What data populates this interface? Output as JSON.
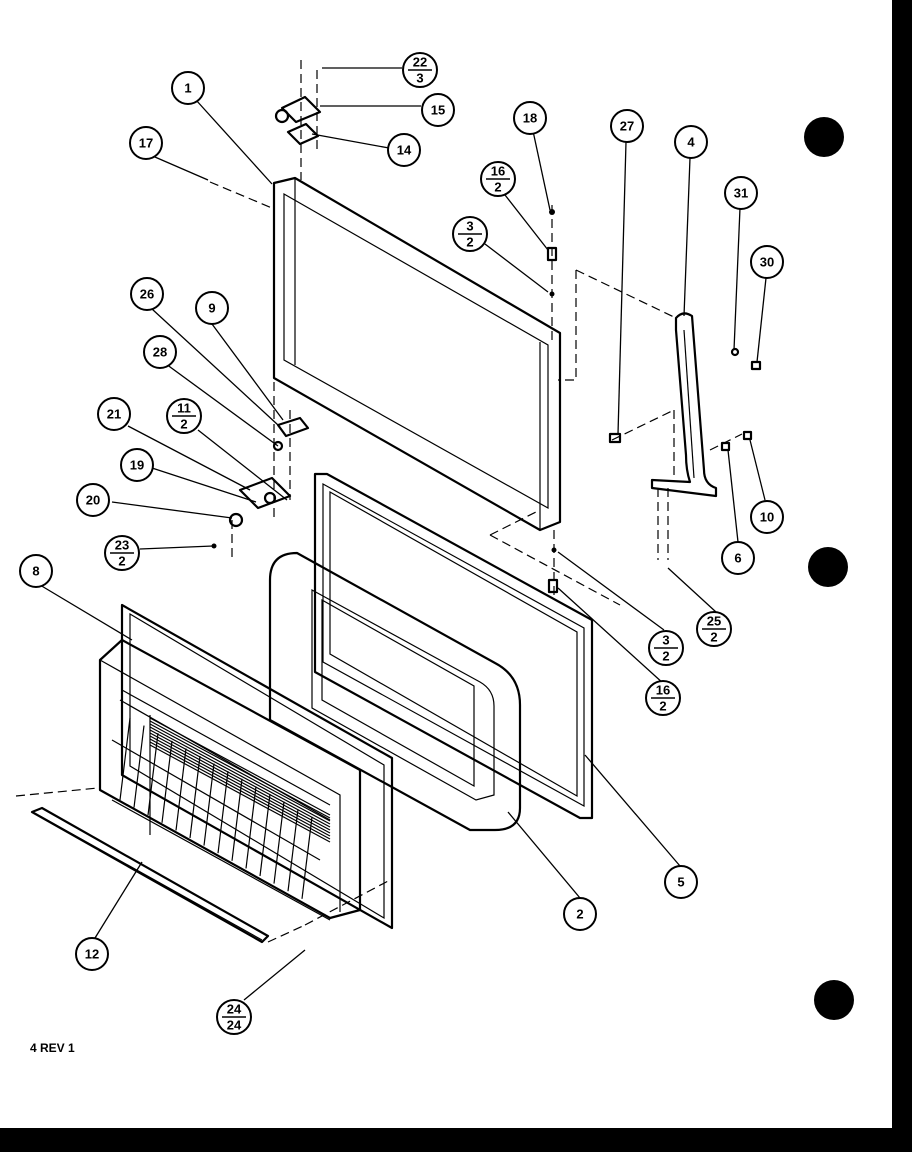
{
  "footer": {
    "revision": "4 REV 1"
  },
  "callouts": [
    {
      "id": "c1",
      "label": "1"
    },
    {
      "id": "c2",
      "label": "2"
    },
    {
      "id": "c4",
      "label": "4"
    },
    {
      "id": "c5",
      "label": "5"
    },
    {
      "id": "c6",
      "label": "6"
    },
    {
      "id": "c8",
      "label": "8"
    },
    {
      "id": "c9",
      "label": "9"
    },
    {
      "id": "c10",
      "label": "10"
    },
    {
      "id": "c12",
      "label": "12"
    },
    {
      "id": "c14",
      "label": "14"
    },
    {
      "id": "c15",
      "label": "15"
    },
    {
      "id": "c17",
      "label": "17"
    },
    {
      "id": "c18",
      "label": "18"
    },
    {
      "id": "c19",
      "label": "19"
    },
    {
      "id": "c20",
      "label": "20"
    },
    {
      "id": "c21",
      "label": "21"
    },
    {
      "id": "c26",
      "label": "26"
    },
    {
      "id": "c27",
      "label": "27"
    },
    {
      "id": "c28",
      "label": "28"
    },
    {
      "id": "c30",
      "label": "30"
    },
    {
      "id": "c31",
      "label": "31"
    },
    {
      "id": "c22_3",
      "top": "22",
      "bottom": "3"
    },
    {
      "id": "c16_2a",
      "top": "16",
      "bottom": "2"
    },
    {
      "id": "c3_2a",
      "top": "3",
      "bottom": "2"
    },
    {
      "id": "c11_2",
      "top": "11",
      "bottom": "2"
    },
    {
      "id": "c23_2",
      "top": "23",
      "bottom": "2"
    },
    {
      "id": "c3_2b",
      "top": "3",
      "bottom": "2"
    },
    {
      "id": "c16_2b",
      "top": "16",
      "bottom": "2"
    },
    {
      "id": "c25_2",
      "top": "25",
      "bottom": "2"
    },
    {
      "id": "c24_24",
      "top": "24",
      "bottom": "24"
    }
  ]
}
